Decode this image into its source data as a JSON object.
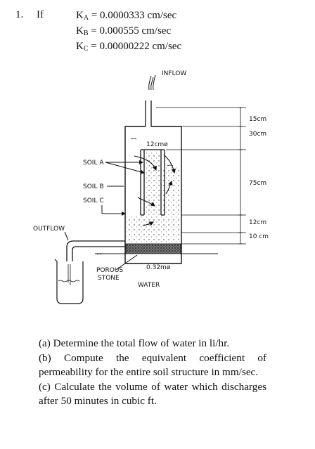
{
  "problem": {
    "number": "1.",
    "intro": "If",
    "given": [
      {
        "symbol": "K",
        "sub": "A",
        "value": "= 0.0000333 cm/sec"
      },
      {
        "symbol": "K",
        "sub": "B",
        "value": "= 0.000555 cm/sec"
      },
      {
        "symbol": "K",
        "sub": "C",
        "value": "= 0.00000222 cm/sec"
      }
    ]
  },
  "figure": {
    "inflow": "INFLOW",
    "pipe_diameter": "12cmø",
    "soil_a": "SOIL A",
    "soil_b": "SOIL B",
    "soil_c": "SOIL C",
    "outflow": "OUTFLOW",
    "porous_stone_line1": "POROUS",
    "porous_stone_line2": "STONE",
    "container_diameter": "0.32mø",
    "water": "WATER",
    "dim_15": "15cm",
    "dim_30": "30cm",
    "dim_75": "75cm",
    "dim_12": "12cm",
    "dim_10": "10 cm"
  },
  "questions": {
    "a": "(a) Determine the total flow of water in li/hr.",
    "b": "(b) Compute the equivalent coefficient of permeability for the entire soil structure in mm/sec.",
    "c": "(c) Calculate the volume of water which discharges after 50 minutes in cubic ft."
  }
}
